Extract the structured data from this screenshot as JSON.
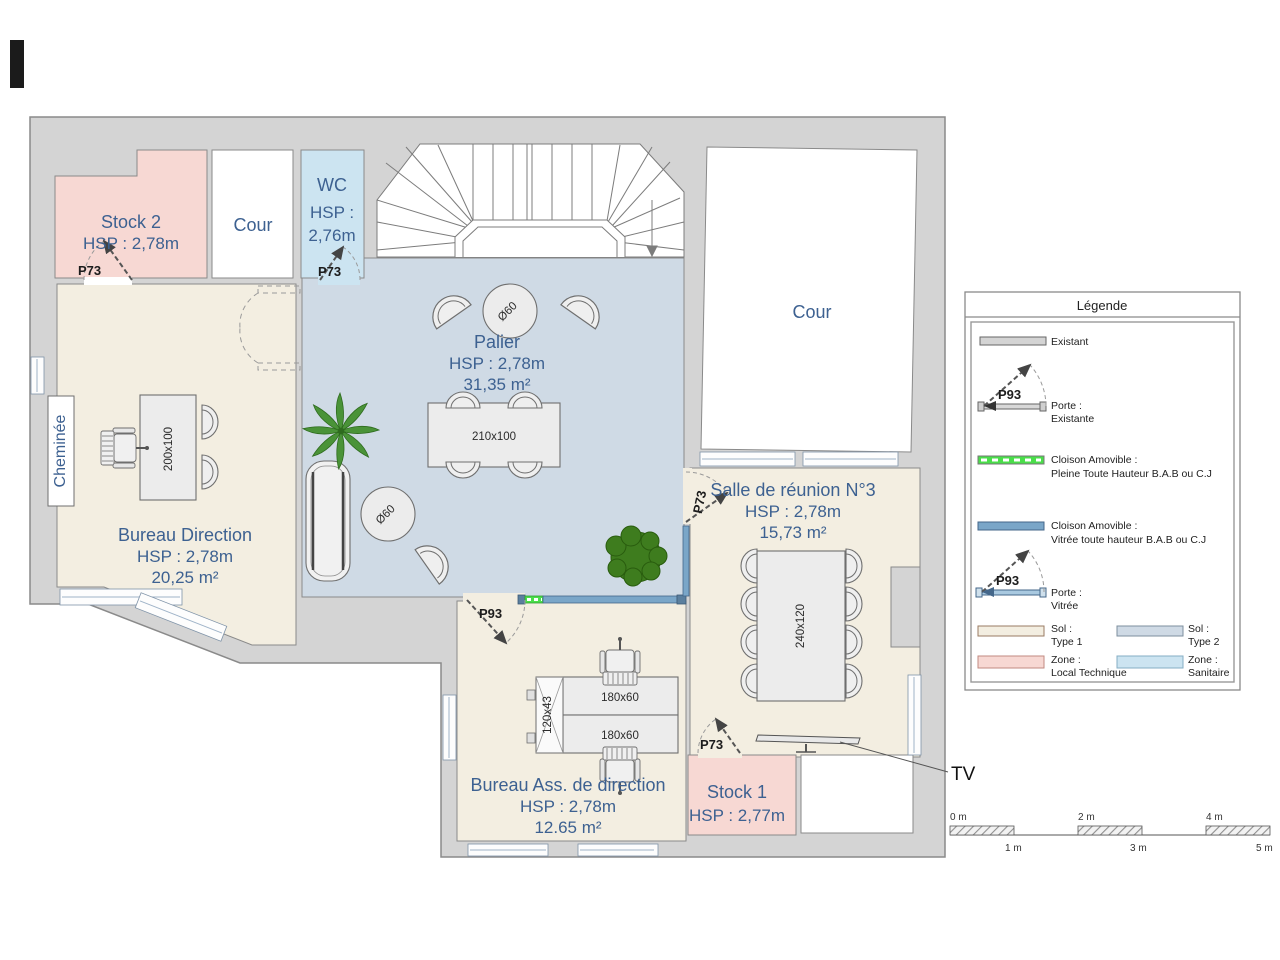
{
  "rooms": {
    "stock2": {
      "name": "Stock 2",
      "hsp": "HSP : 2,78m"
    },
    "cour_top_left": {
      "name": "Cour"
    },
    "wc": {
      "name": "WC",
      "hsp1": "HSP :",
      "hsp2": "2,76m"
    },
    "palier": {
      "name": "Palier",
      "hsp": "HSP : 2,78m",
      "area": "31,35 m²"
    },
    "cour_right": {
      "name": "Cour"
    },
    "bureau_direction": {
      "name": "Bureau Direction",
      "hsp": "HSP : 2,78m",
      "area": "20,25 m²"
    },
    "salle_reunion": {
      "name": "Salle de réunion N°3",
      "hsp": "HSP : 2,78m",
      "area": "15,73 m²"
    },
    "bureau_ass": {
      "name": "Bureau Ass. de direction",
      "hsp": "HSP : 2,78m",
      "area": "12.65 m²"
    },
    "stock1": {
      "name": "Stock 1",
      "hsp": "HSP : 2,77m"
    }
  },
  "labels": {
    "cheminee": "Cheminée",
    "tv": "TV"
  },
  "furniture": {
    "table_direction": "200x100",
    "table_palier": "210x100",
    "round_table": "Ø60",
    "table_reunion": "240x120",
    "desk": "180x60",
    "cabinet": "120x43"
  },
  "doors": {
    "p73": "P73",
    "p93": "P93"
  },
  "legend": {
    "title": "Légende",
    "existant": "Existant",
    "porte_existante_code": "P93",
    "porte_existante_1": "Porte :",
    "porte_existante_2": "Existante",
    "cloison_pleine_1": "Cloison Amovible :",
    "cloison_pleine_2": "Pleine Toute Hauteur  B.A.B ou C.J",
    "cloison_vitree_1": "Cloison Amovible :",
    "cloison_vitree_2": "Vitrée toute hauteur B.A.B ou C.J",
    "porte_vitree_code": "P93",
    "porte_vitree_1": "Porte :",
    "porte_vitree_2": "Vitrée",
    "sol1_1": "Sol :",
    "sol1_2": "Type 1",
    "sol2_1": "Sol :",
    "sol2_2": "Type 2",
    "zone1_1": "Zone :",
    "zone1_2": "Local Technique",
    "zone2_1": "Zone :",
    "zone2_2": "Sanitaire"
  },
  "scalebar": {
    "m0": "0 m",
    "m1": "1 m",
    "m2": "2 m",
    "m3": "3 m",
    "m4": "4 m",
    "m5": "5 m"
  },
  "colors": {
    "wall": "#d4d4d4",
    "sol_type1": "#f3eee1",
    "sol_type2": "#cfdae5",
    "zone_local_technique": "#f7d8d3",
    "zone_sanitaire": "#cce4f1",
    "label_blue": "#3d6191",
    "cloison_pleine": "#4ade4a",
    "cloison_vitree": "#7aa6c8"
  }
}
